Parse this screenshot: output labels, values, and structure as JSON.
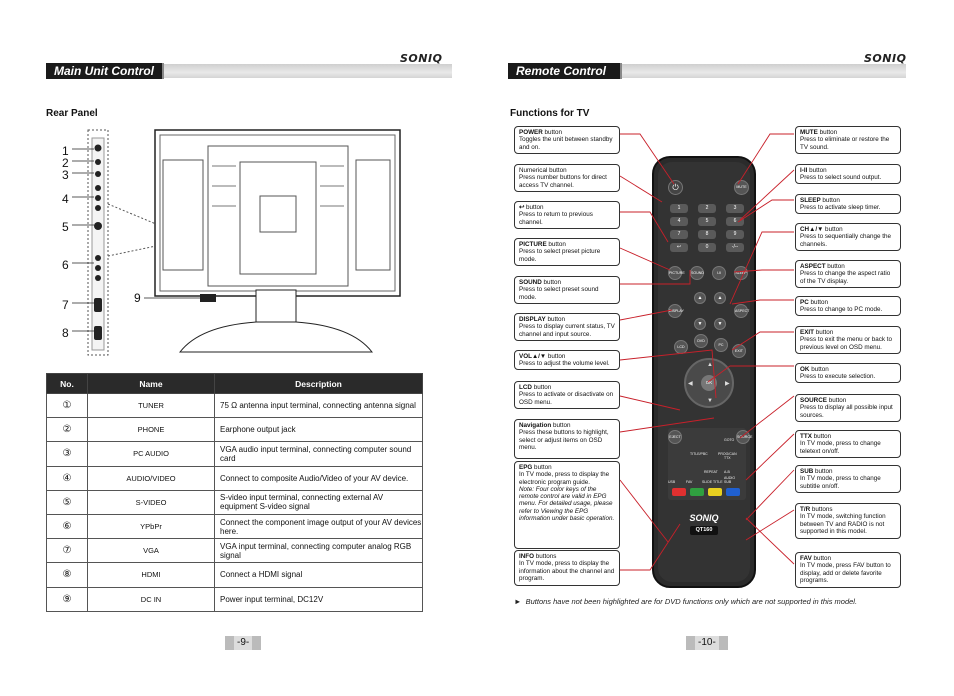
{
  "left": {
    "brand": "SONIQ",
    "header": "Main Unit Control",
    "section": "Rear Panel",
    "labels": [
      "1",
      "2",
      "3",
      "4",
      "5",
      "6",
      "7",
      "8",
      "9"
    ],
    "table_headers": {
      "no": "No.",
      "name": "Name",
      "desc": "Description"
    },
    "rows": [
      {
        "no": "①",
        "name": "TUNER",
        "desc": "75 Ω  antenna input terminal, connecting antenna signal"
      },
      {
        "no": "②",
        "name": "PHONE",
        "desc": "Earphone output jack"
      },
      {
        "no": "③",
        "name": "PC AUDIO",
        "desc": "VGA audio input terminal, connecting computer sound card"
      },
      {
        "no": "④",
        "name": "AUDIO/VIDEO",
        "desc": "Connect to composite Audio/Video of your AV device."
      },
      {
        "no": "⑤",
        "name": "S-VIDEO",
        "desc": "S-video input terminal, connecting external AV equipment S-video signal"
      },
      {
        "no": "⑥",
        "name": "YPbPr",
        "desc": "Connect the component image output of your AV devices here."
      },
      {
        "no": "⑦",
        "name": "VGA",
        "desc": "VGA input terminal, connecting computer analog RGB signal"
      },
      {
        "no": "⑧",
        "name": "HDMI",
        "desc": "Connect a HDMI signal"
      },
      {
        "no": "⑨",
        "name": "DC IN",
        "desc": "Power input terminal, DC12V"
      }
    ],
    "page_number": "-9-"
  },
  "right": {
    "brand": "SONIQ",
    "header": "Remote Control",
    "section": "Functions for TV",
    "left_callouts": [
      {
        "title": "POWER",
        "rest": " button",
        "body": "Toggles the unit between standby and on."
      },
      {
        "title": "",
        "rest": "Numerical button",
        "body": "Press number buttons for direct access TV channel."
      },
      {
        "title": "↩",
        "rest": " button",
        "body": "Press to return to previous channel."
      },
      {
        "title": "PICTURE",
        "rest": " button",
        "body": "Press to select preset picture mode."
      },
      {
        "title": "SOUND",
        "rest": " button",
        "body": "Press to select preset sound mode."
      },
      {
        "title": "DISPLAY",
        "rest": " button",
        "body": "Press to display current status, TV channel and input source."
      },
      {
        "title": "VOL▲/▼",
        "rest": " button",
        "body": "Press to adjust the volume level."
      },
      {
        "title": "LCD",
        "rest": " button",
        "body": "Press to activate or disactivate on OSD menu."
      },
      {
        "title": "Navigation",
        "rest": " button",
        "body": "Press these buttons to highlight, select or adjust items on OSD menu."
      },
      {
        "title": "EPG",
        "rest": " button",
        "body": "In TV mode, press to display the electronic program guide.",
        "note": "Note: Four color keys of the remote control are valid in EPG menu. For detailed usage, please refer to Viewing the EPG information under basic operation."
      },
      {
        "title": "INFO",
        "rest": " buttons",
        "body": "In TV mode, press to display the information about the channel and program."
      }
    ],
    "right_callouts": [
      {
        "title": "MUTE",
        "rest": " button",
        "body": "Press to eliminate or restore the TV sound."
      },
      {
        "title": "I-II",
        "rest": " button",
        "body": "Press to select sound output."
      },
      {
        "title": "SLEEP",
        "rest": " button",
        "body": "Press to activate sleep timer."
      },
      {
        "title": "CH▲/▼",
        "rest": " button",
        "body": "Press to sequentially change the channels."
      },
      {
        "title": "ASPECT",
        "rest": " button",
        "body": "Press to change the aspect ratio of the TV display."
      },
      {
        "title": "PC",
        "rest": " button",
        "body": "Press to change to PC mode."
      },
      {
        "title": "EXIT",
        "rest": " button",
        "body": "Press to exit the menu or back to previous level on OSD menu."
      },
      {
        "title": "OK",
        "rest": " button",
        "body": "Press to execute selection."
      },
      {
        "title": "SOURCE",
        "rest": " button",
        "body": "Press to display all possible input sources."
      },
      {
        "title": "TTX",
        "rest": " button",
        "body": "In TV mode, press to change teletext on/off."
      },
      {
        "title": "SUB",
        "rest": " button",
        "body": "In TV mode, press to change subtitle on/off."
      },
      {
        "title": "T/R",
        "rest": " buttons",
        "body": "In TV mode, switching function between TV and RADIO is not supported in this model."
      },
      {
        "title": "FAV",
        "rest": " button",
        "body": "In TV mode, press FAV button to display, add or delete favorite programs."
      }
    ],
    "remote": {
      "brand": "SONIQ",
      "model": "QT160",
      "keys": [
        "1",
        "2",
        "3",
        "4",
        "5",
        "6",
        "7",
        "8",
        "9",
        "0",
        "-/--",
        "OK",
        "PICTURE",
        "SOUND",
        "I-II",
        "SLEEP",
        "DISPLAY",
        "VOL",
        "CH",
        "ASPECT",
        "LCD",
        "DVD",
        "PC",
        "EXIT",
        "EJECT",
        "SOURCE",
        "GOTO",
        "TITLE/PBC",
        "PROG/CAN",
        "REPEAT",
        "A-B",
        "TTX",
        "SUB",
        "USB",
        "FAV",
        "SLIDE TITLE",
        "AUDIO",
        "MUTE",
        "ZOOM",
        "EPG",
        "INFO",
        "T/R",
        "ANGLE"
      ],
      "colors": {
        "red": "#e03030",
        "green": "#30a040",
        "yellow": "#e8d020",
        "blue": "#2060d0"
      }
    },
    "footnote": "Buttons have not been highlighted are for DVD functions only which are not supported in this model.",
    "page_number": "-10-"
  }
}
